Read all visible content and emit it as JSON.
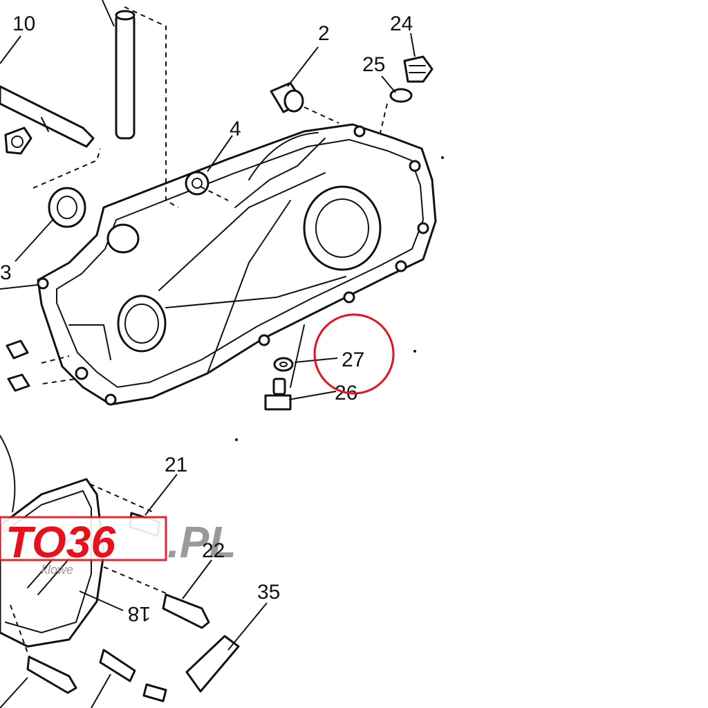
{
  "callouts": {
    "c10": "10",
    "c2": "2",
    "c24": "24",
    "c25": "25",
    "c4": "4",
    "c3": "3",
    "c27": "27",
    "c26": "26",
    "c21": "21",
    "c22": "22",
    "c18": "18",
    "c35": "35"
  },
  "highlight": {
    "target": "27",
    "color": "#e8101a"
  },
  "watermark": {
    "text": "TO36",
    "suffix": ".PL",
    "tagline": "klowe",
    "color": "#e8101a",
    "suffix_color": "#9a9a9a"
  }
}
